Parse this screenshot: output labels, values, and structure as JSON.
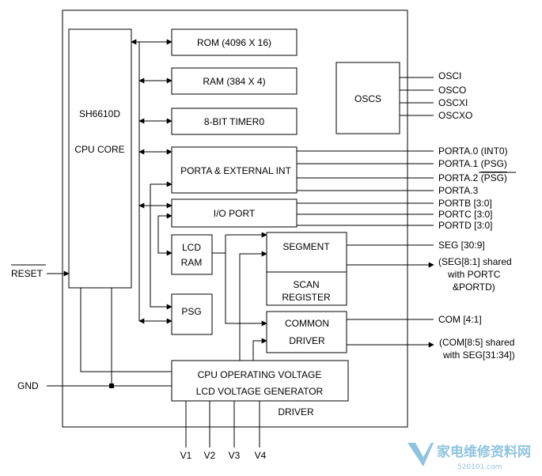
{
  "blocks": {
    "cpu_core_line1": "SH6610D",
    "cpu_core_line2": "CPU CORE",
    "rom": "ROM (4096 X 16)",
    "ram": "RAM (384 X 4)",
    "timer": "8-BIT TIMER0",
    "oscs": "OSCS",
    "porta": "PORTA & EXTERNAL INT",
    "io_port": "I/O PORT",
    "lcd_ram_line1": "LCD",
    "lcd_ram_line2": "RAM",
    "psg": "PSG",
    "segment": "SEGMENT",
    "scan_line1": "SCAN",
    "scan_line2": "REGISTER",
    "common_line1": "COMMON",
    "common_line2": "DRIVER",
    "voltage_line1": "CPU OPERATING VOLTAGE",
    "voltage_line2": "LCD VOLTAGE GENERATOR",
    "driver": "DRIVER"
  },
  "signals": {
    "osci": "OSCI",
    "osco": "OSCO",
    "oscxi": "OSCXI",
    "oscxo": "OSCXO",
    "porta0": "PORTA.0 (INT0)",
    "porta1": "PORTA.1 (PSG)",
    "porta2_prefix": "PORTA.2 ",
    "porta2_over": "(PSG)",
    "porta3": "PORTA.3",
    "portb": "PORTB [3:0]",
    "portc": "PORTC [3:0]",
    "portd": "PORTD [3:0]",
    "seg": "SEG [30:9]",
    "seg_shared_1": "(SEG[8:1] shared",
    "seg_shared_2": "with PORTC",
    "seg_shared_3": "&PORTD)",
    "com": "COM [4:1]",
    "com_shared_1": "(COM[8:5] shared",
    "com_shared_2": "with SEG[31:34])",
    "reset": "RESET",
    "gnd": "GND",
    "v1": "V1",
    "v2": "V2",
    "v3": "V3",
    "v4": "V4"
  },
  "watermark": {
    "line1": "家电维修资料网",
    "line2": "520101.com"
  }
}
